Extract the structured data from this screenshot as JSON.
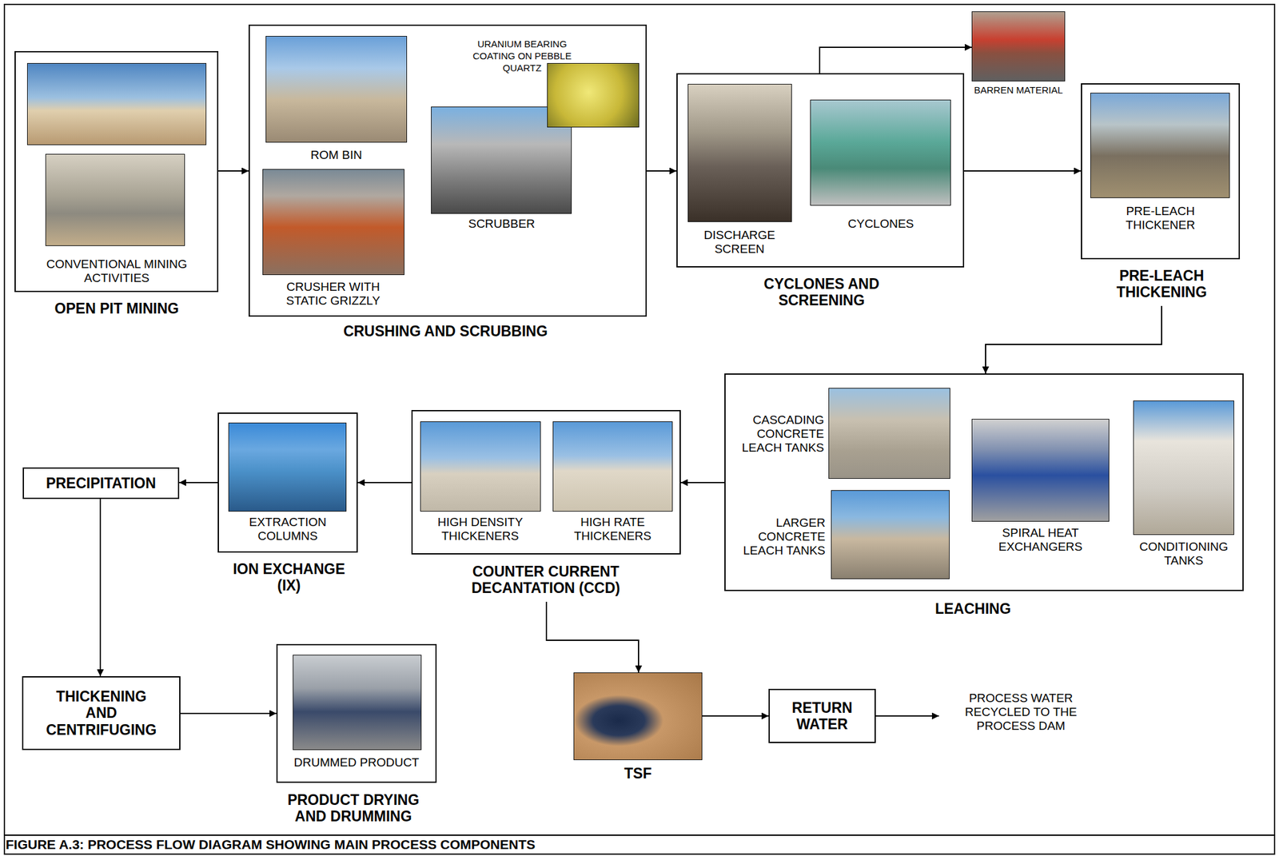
{
  "diagram": {
    "caption": "FIGURE A.3: PROCESS FLOW DIAGRAM SHOWING MAIN PROCESS COMPONENTS",
    "nodes": [
      {
        "text": [
          "CONVENTIONAL MINING ACTIVITIES",
          "OPEN PIT MINING"
        ]
      },
      {
        "text": [
          "CRUSHING AND SCRUBBING"
        ]
      },
      {
        "text": [
          "ROM BIN"
        ],
        "in": 1
      },
      {
        "text": [
          "CRUSHER WITH STATIC GRIZZLY"
        ],
        "in": 1
      },
      {
        "text": [
          "URANIUM BEARING COATING ON PEBBLE QUARTZ"
        ],
        "in": 1
      },
      {
        "text": [
          "SCRUBBER"
        ],
        "in": 1
      },
      {
        "text": [
          "CYCLONES AND SCREENING"
        ]
      },
      {
        "text": [
          "DISCHARGE SCREEN"
        ],
        "in": 6
      },
      {
        "text": [
          "CYCLONES"
        ],
        "in": 6
      },
      {
        "text": [
          "BARREN MATERIAL"
        ]
      },
      {
        "text": [
          "PRE-LEACH THICKENER",
          "PRE-LEACH THICKENING"
        ]
      },
      {
        "text": [
          "LEACHING"
        ]
      },
      {
        "text": [
          "CASCADING CONCRETE LEACH TANKS"
        ],
        "in": 11
      },
      {
        "text": [
          "LARGER CONCRETE LEACH TANKS"
        ],
        "in": 11
      },
      {
        "text": [
          "SPIRAL HEAT EXCHANGERS"
        ],
        "in": 11
      },
      {
        "text": [
          "CONDITIONING TANKS"
        ],
        "in": 11
      },
      {
        "text": [
          "COUNTER CURRENT DECANTATION (CCD)"
        ]
      },
      {
        "text": [
          "HIGH DENSITY THICKENERS"
        ],
        "in": 16
      },
      {
        "text": [
          "HIGH RATE THICKENERS"
        ],
        "in": 16
      },
      {
        "text": [
          "EXTRACTION COLUMNS",
          "ION EXCHANGE (IX)"
        ]
      },
      {
        "text": [
          "PRECIPITATION"
        ]
      },
      {
        "text": [
          "THICKENING AND CENTRIFUGING"
        ]
      },
      {
        "text": [
          "DRUMMED PRODUCT",
          "PRODUCT DRYING AND DRUMMING"
        ]
      },
      {
        "text": [
          "TSF"
        ]
      },
      {
        "text": [
          "RETURN WATER"
        ]
      }
    ],
    "edges": [
      {
        "from": 0,
        "to": 1,
        "arrow": "to"
      },
      {
        "from": 1,
        "to": 6,
        "arrow": "to"
      },
      {
        "from": 6,
        "to": 9,
        "arrow": "to"
      },
      {
        "from": 6,
        "to": 10,
        "arrow": "to"
      },
      {
        "from": 10,
        "to": 11,
        "arrow": "to"
      },
      {
        "from": 11,
        "to": 16,
        "arrow": "to"
      },
      {
        "from": 16,
        "to": 19,
        "arrow": "to"
      },
      {
        "from": 19,
        "to": 20,
        "arrow": "to"
      },
      {
        "from": 20,
        "to": 21,
        "arrow": "to"
      },
      {
        "from": 21,
        "to": 22,
        "arrow": "to"
      },
      {
        "from": 16,
        "to": 23,
        "arrow": "to"
      },
      {
        "from": 23,
        "to": 24,
        "arrow": "to"
      }
    ],
    "labels": [
      "PROCESS WATER RECYCLED TO THE PROCESS DAM"
    ]
  }
}
